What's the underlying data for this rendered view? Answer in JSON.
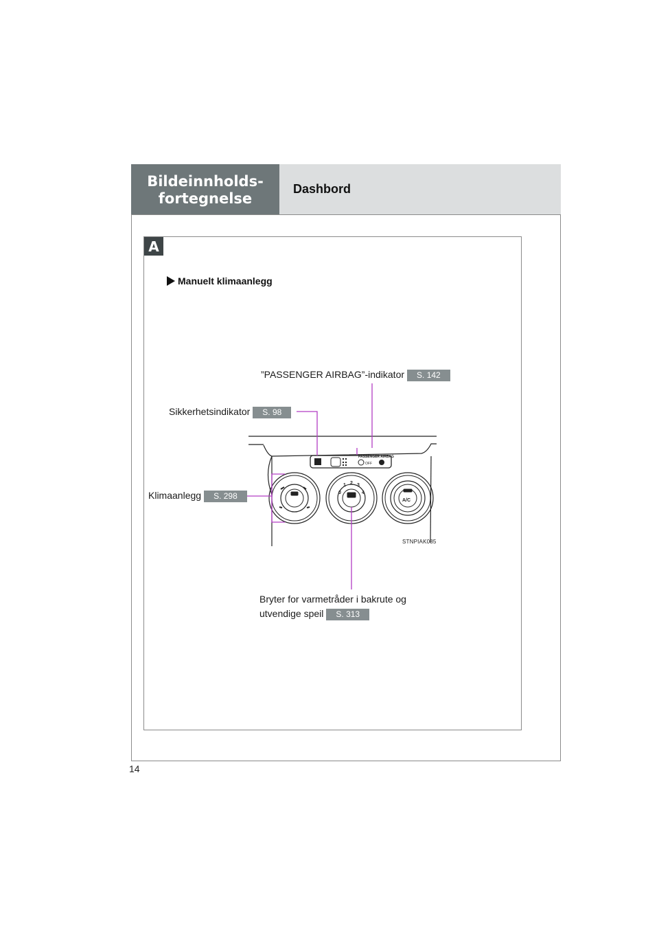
{
  "header": {
    "section_line1": "Bildeinnholds-",
    "section_line2": "fortegnelse",
    "title": "Dashbord"
  },
  "marker": "A",
  "subheading": "Manuelt klimaanlegg",
  "callouts": {
    "airbag": {
      "text": "”PASSENGER AIRBAG”-indikator",
      "ref": "S. 142"
    },
    "security": {
      "text": "Sikkerhetsindikator",
      "ref": "S. 98"
    },
    "climate": {
      "text": "Klimaanlegg",
      "ref": "S. 298"
    },
    "defogger": {
      "text_line1": "Bryter for varmetråder i bakrute og",
      "text_line2": "utvendige speil",
      "ref": "S. 313"
    }
  },
  "illustration": {
    "indicator_label_top": "PASSENGER AIRBAG",
    "indicator_off": "OFF",
    "fan_speeds": [
      "0",
      "1",
      "2",
      "3",
      "4"
    ],
    "ac_label": "A/C",
    "code": "STNPIAK085"
  },
  "colors": {
    "callout_line": "#b23cc4",
    "section_tab": "#6e7779",
    "header_bg": "#dcdedf",
    "ref_badge": "#868e90"
  },
  "page_number": "14"
}
